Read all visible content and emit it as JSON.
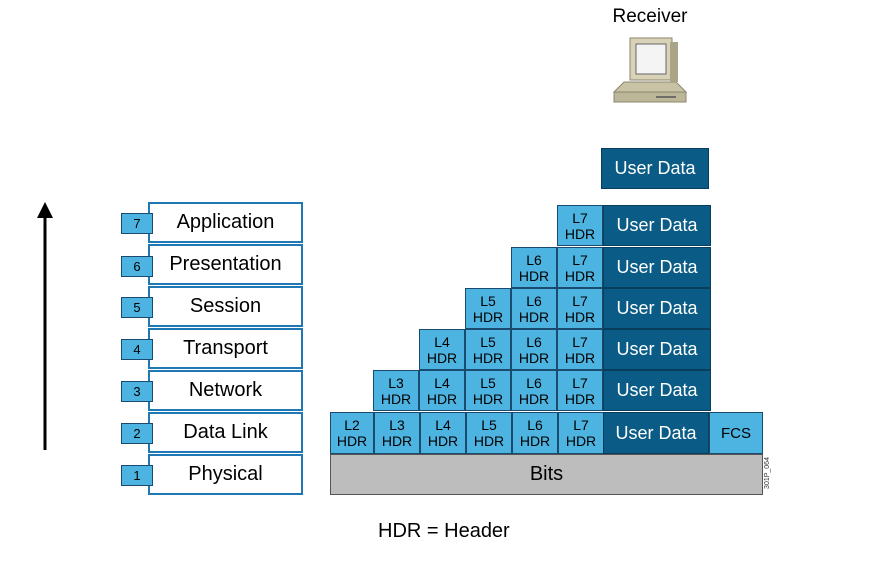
{
  "receiver_label": "Receiver",
  "layers": [
    {
      "num": "7",
      "name": "Application"
    },
    {
      "num": "6",
      "name": "Presentation"
    },
    {
      "num": "5",
      "name": "Session"
    },
    {
      "num": "4",
      "name": "Transport"
    },
    {
      "num": "3",
      "name": "Network"
    },
    {
      "num": "2",
      "name": "Data Link"
    },
    {
      "num": "1",
      "name": "Physical"
    }
  ],
  "headers": {
    "l2": [
      "L2",
      "HDR"
    ],
    "l3": [
      "L3",
      "HDR"
    ],
    "l4": [
      "L4",
      "HDR"
    ],
    "l5": [
      "L5",
      "HDR"
    ],
    "l6": [
      "L6",
      "HDR"
    ],
    "l7": [
      "L7",
      "HDR"
    ]
  },
  "user_data_label": "User Data",
  "fcs_label": "FCS",
  "bits_label": "Bits",
  "legend": "HDR = Header",
  "figure_id": "301P_064",
  "colors": {
    "header_fill": "#4db3e0",
    "user_data_fill": "#0a5c86",
    "bits_fill": "#bdbdbd",
    "layer_border": "#1f78b4"
  }
}
